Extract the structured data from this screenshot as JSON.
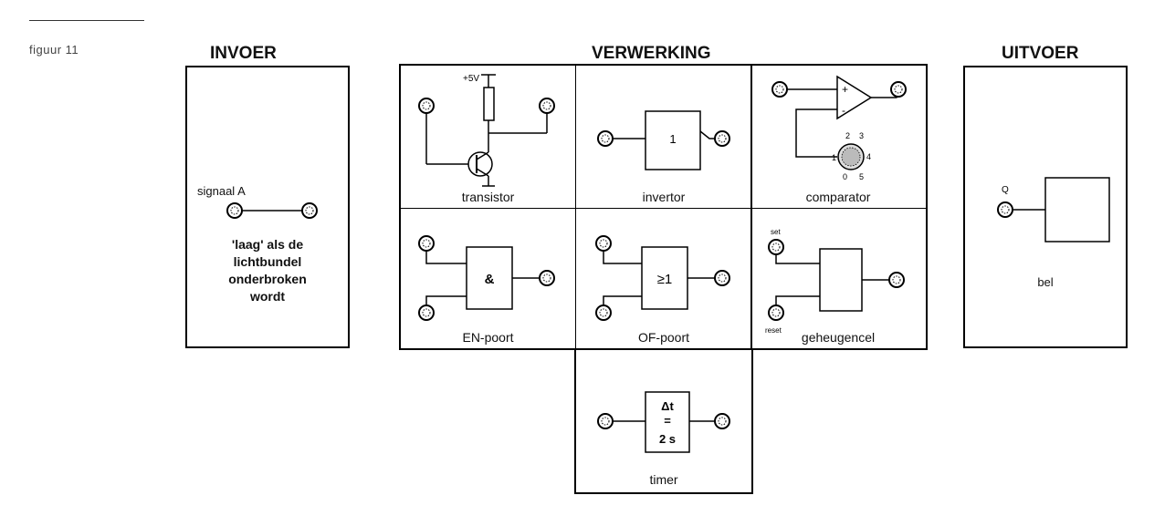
{
  "figure_label": "figuur 11",
  "sections": {
    "input": "INVOER",
    "processing": "VERWERKING",
    "output": "UITVOER"
  },
  "input": {
    "signal_label": "signaal A",
    "description": [
      "'laag' als de",
      "lichtbundel",
      "onderbroken",
      "wordt"
    ]
  },
  "processing": {
    "transistor": {
      "label": "transistor",
      "supply": "+5V"
    },
    "invertor": {
      "label": "invertor",
      "symbol": "1"
    },
    "comparator": {
      "label": "comparator",
      "plus": "+",
      "minus": "-",
      "dial": [
        "1",
        "2",
        "3",
        "4",
        "5",
        "0"
      ]
    },
    "and_gate": {
      "label": "EN-poort",
      "symbol": "&"
    },
    "or_gate": {
      "label": "OF-poort",
      "symbol": "≥1"
    },
    "memory_cell": {
      "label": "geheugencel",
      "set": "set",
      "reset": "reset"
    },
    "timer": {
      "label": "timer",
      "symbol_top": "Δt",
      "symbol_mid": "=",
      "symbol_bottom": "2 s"
    }
  },
  "output": {
    "input_label": "Q",
    "label": "bel"
  }
}
